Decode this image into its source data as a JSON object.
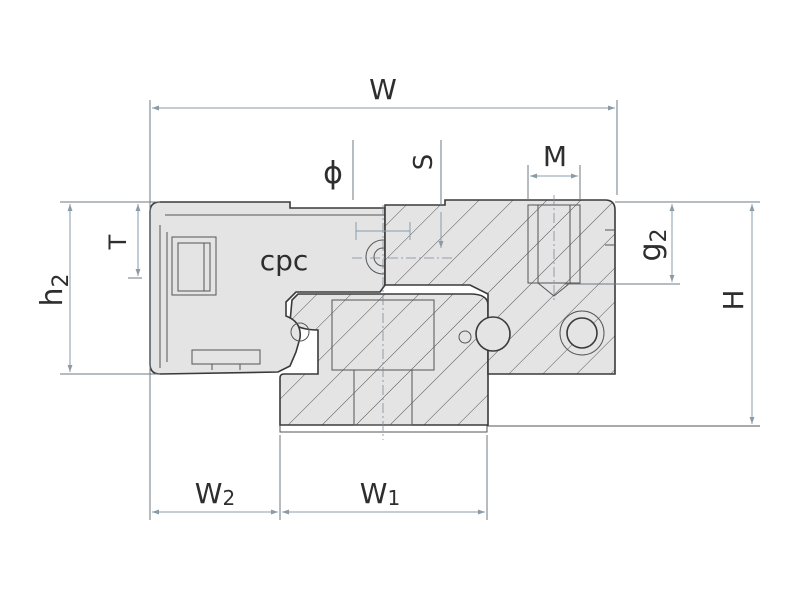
{
  "diagram": {
    "brand_text": "cpc",
    "labels": {
      "W": "W",
      "phi": "ϕ",
      "S": "S",
      "M": "M",
      "T": "T",
      "h2_main": "h",
      "h2_sub": "2",
      "g2_main": "g",
      "g2_sub": "2",
      "H": "H",
      "W2_main": "W",
      "W2_sub": "2",
      "W1_main": "W",
      "W1_sub": "1"
    },
    "colors": {
      "part_fill": "#e4e4e4",
      "outline": "#3a3a3a",
      "dimension_line": "#8a9ba8",
      "hatch": "#555555",
      "text": "#2e2e2e"
    }
  }
}
